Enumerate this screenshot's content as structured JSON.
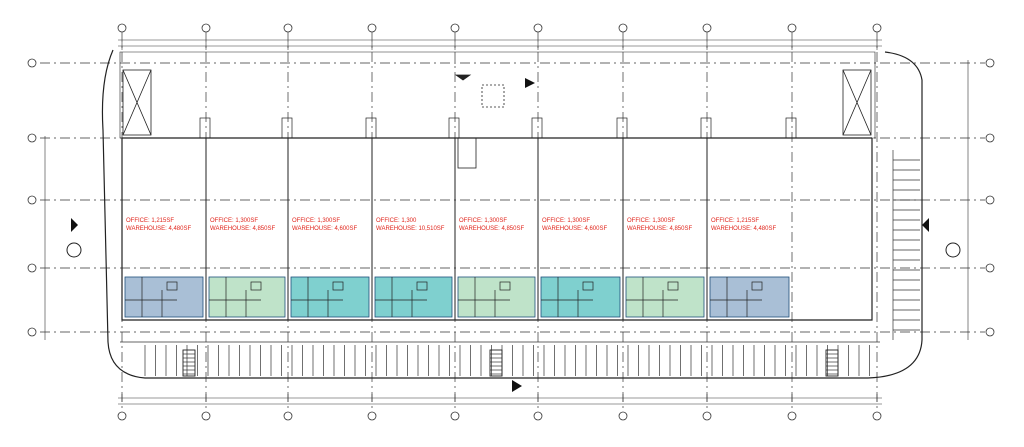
{
  "units": [
    {
      "office": "OFFICE: 1,215SF",
      "warehouse": "WAREHOUSE: 4,480SF",
      "fill": "#a9bfd6"
    },
    {
      "office": "OFFICE: 1,300SF",
      "warehouse": "WAREHOUSE: 4,850SF",
      "fill": "#bfe3c9"
    },
    {
      "office": "OFFICE: 1,300SF",
      "warehouse": "WAREHOUSE: 4,600SF",
      "fill": "#7fd0cf"
    },
    {
      "office": "OFFICE: 1,300",
      "warehouse": "WAREHOUSE: 10,510SF",
      "fill": "#7fd0cf"
    },
    {
      "office": "OFFICE: 1,300SF",
      "warehouse": "WAREHOUSE: 4,850SF",
      "fill": "#bfe3c9"
    },
    {
      "office": "OFFICE: 1,300SF",
      "warehouse": "WAREHOUSE: 4,600SF",
      "fill": "#7fd0cf"
    },
    {
      "office": "OFFICE: 1,300SF",
      "warehouse": "WAREHOUSE: 4,850SF",
      "fill": "#bfe3c9"
    },
    {
      "office": "OFFICE: 1,215SF",
      "warehouse": "WAREHOUSE: 4,480SF",
      "fill": "#a9bfd6"
    }
  ],
  "colors": {
    "line": "#2b2b2b",
    "label": "#e0241b",
    "grid": "#333333"
  }
}
